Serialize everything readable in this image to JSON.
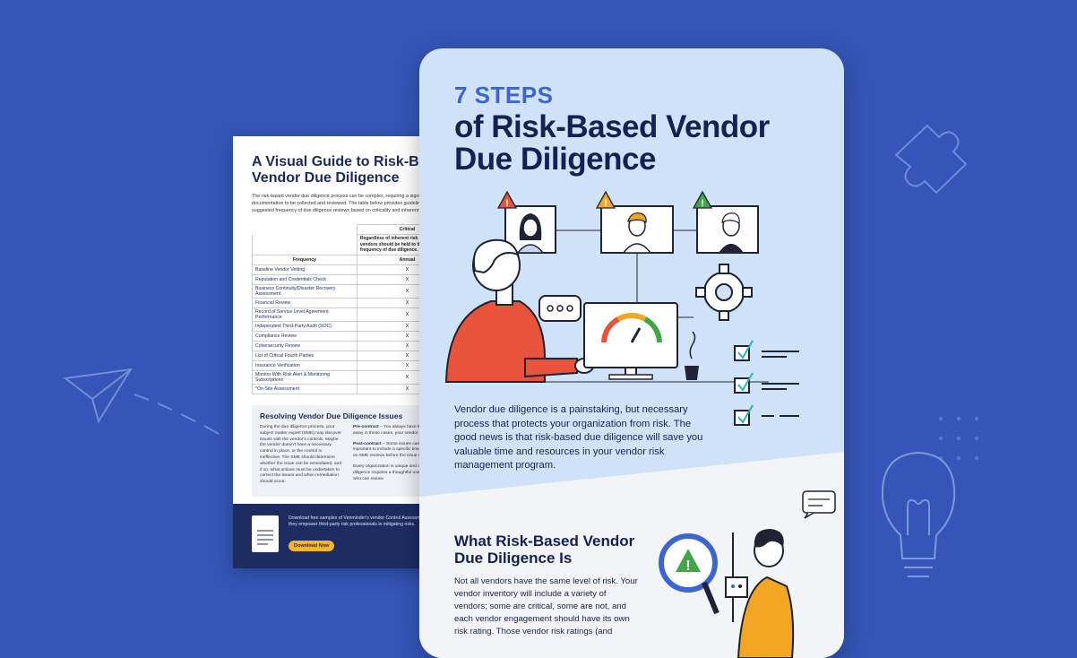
{
  "back_doc": {
    "title": "A Visual Guide to Risk-Based\nVendor Due Diligence",
    "intro": "The risk-based vendor due diligence process can be complex, requiring a significant amount of documentation to be collected and reviewed. The table below provides guidelines for the suggested frequency of due diligence reviews based on criticality and inherent risk.",
    "table": {
      "critical_header": "Critical",
      "critical_note": "Regardless of inherent risk level, all critical vendors should be held to the same frequency of due diligence.",
      "frequency_header": "Frequency",
      "annual_header": "Annual",
      "rows": [
        {
          "label": "Baseline Vendor Vetting",
          "mark": "X"
        },
        {
          "label": "Reputation and Credentials Check",
          "mark": "X"
        },
        {
          "label": "Business Continuity/Disaster Recovery Assessment",
          "mark": "X"
        },
        {
          "label": "Financial Review",
          "mark": "X"
        },
        {
          "label": "Record of Service Level Agreement Performance",
          "mark": "X"
        },
        {
          "label": "Independent Third-Party Audit (SOC)",
          "mark": "X"
        },
        {
          "label": "Compliance Review",
          "mark": "X"
        },
        {
          "label": "Cybersecurity Review",
          "mark": "X"
        },
        {
          "label": "List of Critical Fourth Parties",
          "mark": "X"
        },
        {
          "label": "Insurance Verification",
          "mark": "X"
        },
        {
          "label": "Monitor With Risk Alert & Monitoring Subscriptions",
          "mark": "X"
        },
        {
          "label": "*On-Site Assessment",
          "mark": "X"
        }
      ]
    },
    "resolve": {
      "heading": "Resolving Vendor Due Diligence Issues",
      "col1": "During the due diligence process, your subject matter expert (SME) may discover issues with the vendor's controls. Maybe the vendor doesn't have a necessary control in place, or the control is ineffective. The SME should determine whether the issue can be remediated, and if so, what actions must be undertaken to correct the issues and when remediation should occur.",
      "pre_label": "Pre-contract",
      "pre_text": " – You always have the option to walk away in these cases, your vendor must remediate.",
      "post_label": "Post-contract",
      "post_text": " – Some issues can't be addressed. It's important to include a specific timeline and ensure that an SME reviews before the issue closed.",
      "closing": "Every organization is unique and a risk-based due diligence requires a thoughtful use of qualified SMEs who can review."
    },
    "footer": {
      "text": "Download free samples of Venminder's vendor Control Assessments and see how they empower third-party risk professionals in mitigating risks.",
      "button": "Download Now"
    }
  },
  "card": {
    "kicker": "7 STEPS",
    "title": "of Risk-Based Vendor\nDue Diligence",
    "paragraph": "Vendor due diligence is a painstaking, but necessary process that protects your organization from risk. The good news is that risk-based due diligence will save you valuable time and resources in your vendor risk management program.",
    "section_heading": "What Risk-Based Vendor\nDue Diligence Is",
    "section_text": "Not all vendors have the same level of risk. Your vendor inventory will include a variety of vendors; some are critical, some are not, and each vendor engagement should have its own risk rating. Those vendor risk ratings (and"
  },
  "colors": {
    "background": "#3556b8",
    "card": "#cfe2f8",
    "navy": "#132253",
    "accent_blue": "#3b66d1",
    "alert_red": "#e8533a",
    "alert_orange": "#f2a623",
    "alert_green": "#43a54a"
  },
  "icons": [
    "paper-plane-icon",
    "puzzle-piece-icon",
    "lightbulb-icon",
    "alert-triangle-icon",
    "gear-icon",
    "checkbox-icon",
    "magnifier-icon",
    "document-icon"
  ]
}
